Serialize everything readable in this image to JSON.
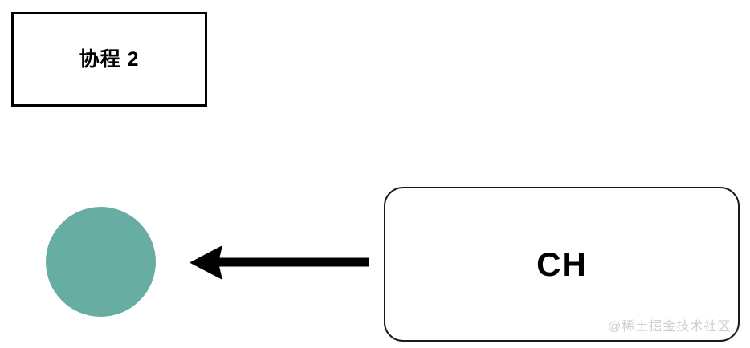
{
  "diagram": {
    "title_text": "",
    "background_color": "#ffffff",
    "nodes": {
      "coroutine_box": {
        "label": "协程 2",
        "shape": "rectangle",
        "fill_color": "#ffffff",
        "border_color": "#000000"
      },
      "goroutine_circle": {
        "label": "",
        "shape": "circle",
        "fill_color": "#67ada1",
        "border_color": "none"
      },
      "channel_box": {
        "label": "CH",
        "shape": "rounded-rectangle",
        "fill_color": "#ffffff",
        "border_color": "#1a1a1a"
      }
    },
    "edges": [
      {
        "from": "channel_box",
        "to": "goroutine_circle",
        "direction": "left",
        "label": "",
        "color": "#000000"
      }
    ],
    "watermark": "@稀土掘金技术社区"
  }
}
